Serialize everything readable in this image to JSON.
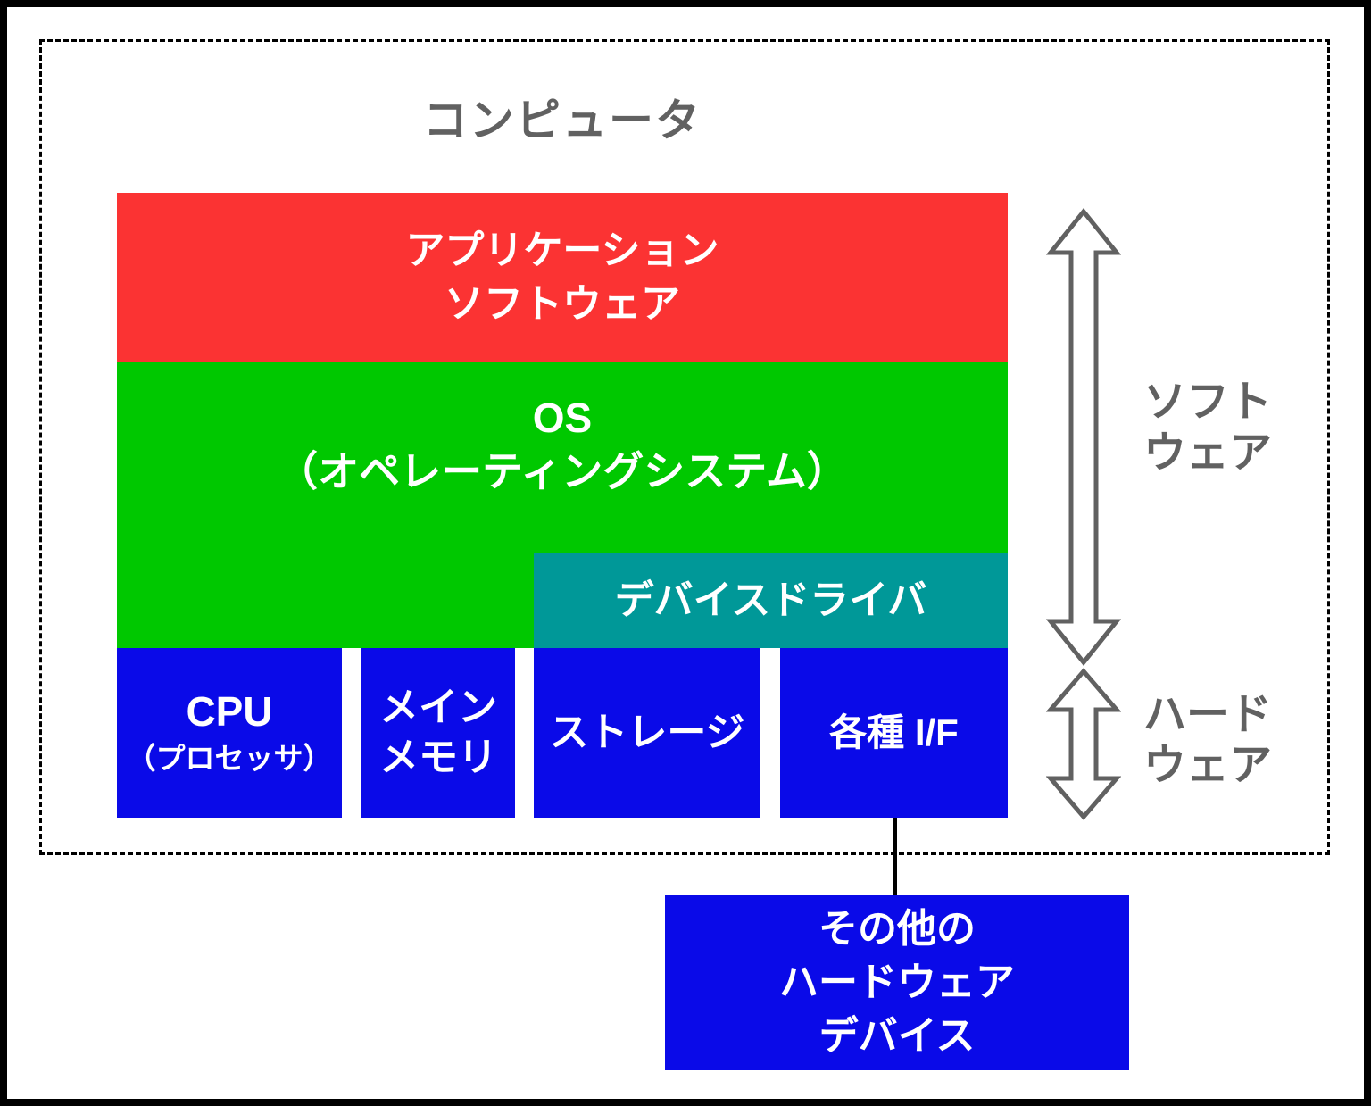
{
  "title": "コンピュータ",
  "layers": {
    "application": {
      "line1": "アプリケーション",
      "line2": "ソフトウェア"
    },
    "os": {
      "line1": "OS",
      "line2": "（オペレーティングシステム）"
    },
    "device_driver": {
      "label": "デバイスドライバ"
    }
  },
  "hardware_units": [
    {
      "line1": "CPU",
      "line2": "（プロセッサ）"
    },
    {
      "line1": "メイン",
      "line2": "メモリ"
    },
    {
      "line1": "ストレージ"
    },
    {
      "line1": "各種 I/F"
    }
  ],
  "side_labels": {
    "software": {
      "line1": "ソフト",
      "line2": "ウェア"
    },
    "hardware": {
      "line1": "ハード",
      "line2": "ウェア"
    }
  },
  "external_device": {
    "line1": "その他の",
    "line2": "ハードウェア",
    "line3": "デバイス"
  },
  "colors": {
    "red": "#fb3333",
    "green": "#00c800",
    "teal": "#009898",
    "blue": "#0a0ae8",
    "gray": "#616161"
  }
}
